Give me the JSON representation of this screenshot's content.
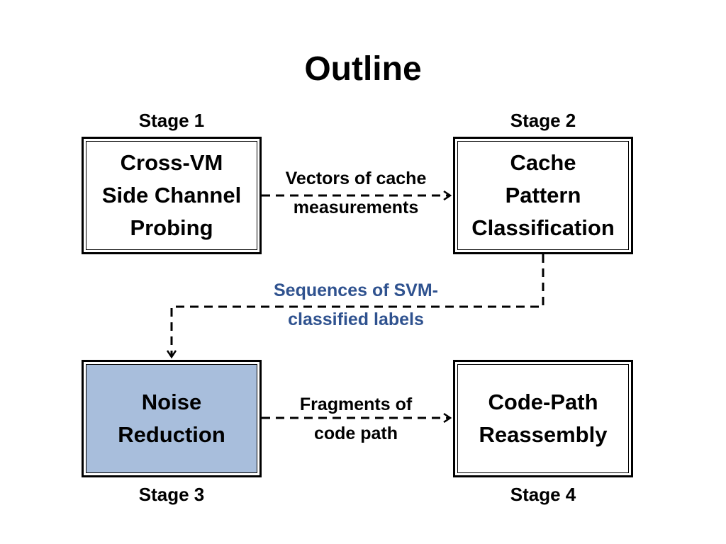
{
  "title": "Outline",
  "stages": [
    {
      "label": "Stage 1",
      "lines": [
        "Cross-VM",
        "Side Channel",
        "Probing"
      ],
      "highlighted": false
    },
    {
      "label": "Stage 2",
      "lines": [
        "Cache",
        "Pattern",
        "Classification"
      ],
      "highlighted": false
    },
    {
      "label": "Stage 3",
      "lines": [
        "Noise",
        "Reduction"
      ],
      "highlighted": true
    },
    {
      "label": "Stage 4",
      "lines": [
        "Code-Path",
        "Reassembly"
      ],
      "highlighted": false
    }
  ],
  "edges": [
    {
      "from": "Stage 1",
      "to": "Stage 2",
      "lines": [
        "Vectors of cache",
        "measurements"
      ],
      "style": "dashed"
    },
    {
      "from": "Stage 2",
      "to": "Stage 3",
      "lines": [
        "Sequences of SVM-",
        "classified labels"
      ],
      "style": "dashed"
    },
    {
      "from": "Stage 3",
      "to": "Stage 4",
      "lines": [
        "Fragments of",
        "code path"
      ],
      "style": "dashed"
    }
  ],
  "colors": {
    "highlight_fill": "#a8bedc",
    "edge_label_highlight": "#2f528f",
    "line": "#000000"
  }
}
